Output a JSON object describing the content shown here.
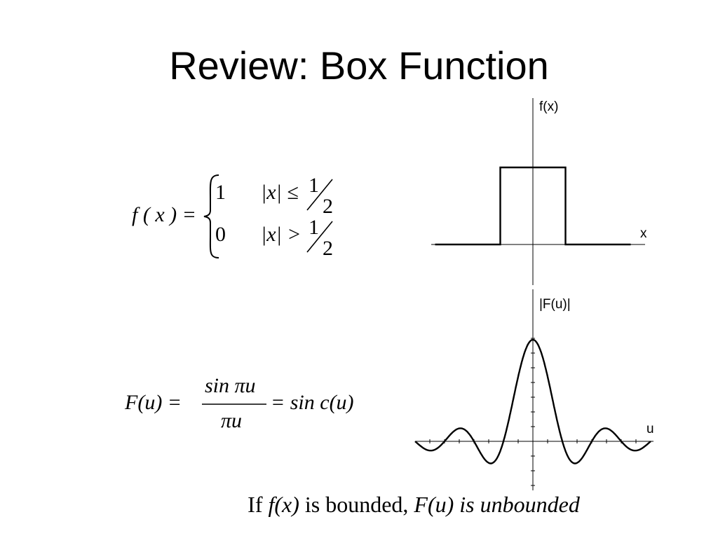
{
  "slide": {
    "title": "Review: Box Function",
    "box_equation": {
      "lhs": "f ( x ) =",
      "case1_value": "1",
      "case1_condition": "|x| ≤",
      "case2_value": "0",
      "case2_condition": "|x| >",
      "frac_num": "1",
      "frac_den": "2"
    },
    "sinc_equation": {
      "lhs": "F(u) =",
      "num": "sin πu",
      "den": "πu",
      "rhs": "= sin c(u)"
    },
    "caption": {
      "part1": "If ",
      "fx": "f(x)",
      "part2": " is bounded, ",
      "Fu": "F(u)",
      "part3": " is unbounded"
    }
  },
  "chart_data": [
    {
      "type": "line",
      "ylabel": "f(x)",
      "xlabel": "x",
      "x": [
        -1.5,
        -0.5,
        -0.5,
        0.5,
        0.5,
        1.5
      ],
      "series": [
        {
          "values": [
            0,
            0,
            1,
            1,
            0,
            0
          ]
        }
      ],
      "xlim": [
        -1.5,
        1.5
      ],
      "ylim": [
        0,
        1
      ]
    },
    {
      "type": "line",
      "ylabel": "|F(u)|",
      "xlabel": "u",
      "function": "sin(πu)/(πu)",
      "xlim": [
        -4,
        4
      ],
      "ylim": [
        -0.3,
        1.0
      ]
    }
  ]
}
